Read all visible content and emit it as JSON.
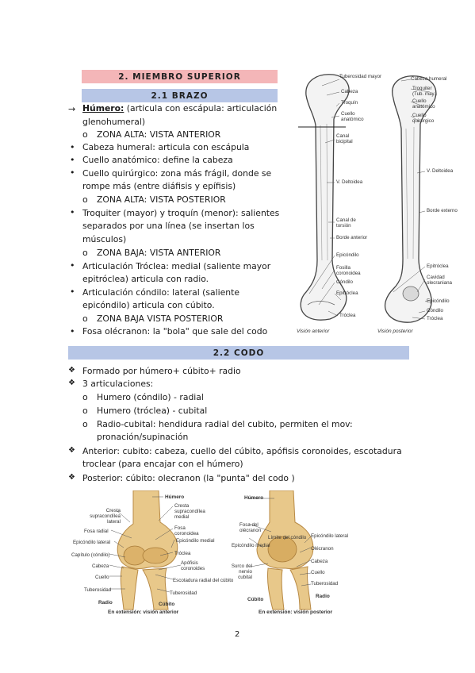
{
  "headers": {
    "section": "2. MIEMBRO SUPERIOR",
    "brazo": "2.1 BRAZO",
    "codo": "2.2 CODO"
  },
  "brazo": {
    "humero_title": "Húmero:",
    "humero_rest": " (articula con escápula: articulación",
    "humero_cont": "glenohumeral)",
    "zona_alta_anterior": "ZONA ALTA: VISTA ANTERIOR",
    "cabeza": "Cabeza humeral: articula con escápula",
    "cuello_anat": "Cuello anatómico: define la cabeza",
    "cuello_quir_1": "Cuello quirúrgico: zona más frágil, donde se",
    "cuello_quir_2": "rompe más (entre diáfisis y epífisis)",
    "zona_alta_posterior": "ZONA ALTA: VISTA POSTERIOR",
    "troquiter_1": "Troquiter (mayor) y troquín (menor): salientes",
    "troquiter_2": "separados por una línea (se insertan los",
    "troquiter_3": "músculos)",
    "zona_baja_anterior": "ZONA BAJA: VISTA ANTERIOR",
    "troclea_1": "Articulación Tróclea: medial (saliente mayor",
    "troclea_2": "epitróclea) articula con radio.",
    "condilo_1": "Articulación cóndilo: lateral (saliente",
    "condilo_2": "epicóndilo) articula con cúbito.",
    "zona_baja_posterior": "ZONA BAJA VISTA POSTERIOR",
    "fosa": "Fosa olécranon: la \"bola\" que sale del codo"
  },
  "codo": {
    "formado": "Formado por húmero+ cúbito+ radio",
    "articulaciones": "3 articulaciones:",
    "art1": "Humero (cóndilo) - radial",
    "art2": "Humero (tróclea) - cubital",
    "art3_1": "Radio-cubital: hendidura radial del cubito, permiten el mov:",
    "art3_2": "pronación/supinación",
    "anterior_1": "Anterior: cubito: cabeza, cuello del cúbito, apófisis coronoides, escotadura",
    "anterior_2": "troclear (para encajar con el húmero)",
    "posterior": "Posterior: cúbito: olecranon (la \"punta\" del codo )"
  },
  "humerus_figure": {
    "left_labels": [
      "Tuberosidad mayor",
      "Cabeza",
      "Troquín",
      "Cuello anatómico",
      "Canal bicipital",
      "V. Deltoidea",
      "Canal de torsión",
      "Borde anterior",
      "Epicóndilo",
      "Fosilla coronoidea",
      "Cóndilo",
      "Epitróclea",
      "Tróclea"
    ],
    "right_labels": [
      "Cabeza humeral",
      "Troquiter (Tub. may.)",
      "Cuello anatómico",
      "Cuello quirúrgico",
      "V. Deltoidea",
      "Borde externo",
      "Epitróclea",
      "Cavidad olecraniana",
      "Epicóndilo",
      "Cóndilo",
      "Tróclea"
    ],
    "caption_left": "Visión anterior",
    "caption_right": "Visión posterior"
  },
  "elbow_figure": {
    "left_labels": [
      "Húmero",
      "Cresta supracondílea lateral",
      "Cresta supracondílea medial",
      "Fosa radial",
      "Fosa coronoidea",
      "Epicóndilo lateral",
      "Epicóndilo medial",
      "Capítulo (cóndilo)",
      "Tróclea",
      "Cabeza",
      "Apófisis coronoides",
      "Cuello",
      "Escotadura radial del cúbito",
      "Tuberosidad",
      "Tuberosidad",
      "Radio",
      "Cúbito"
    ],
    "right_labels": [
      "Húmero",
      "Fosa del olécranon",
      "Límite del cóndilo",
      "Epicóndilo lateral",
      "Epicóndilo medial",
      "Olécranon",
      "Surco del nervio cubital",
      "Cabeza",
      "Cuello",
      "Tuberosidad",
      "Cúbito",
      "Radio"
    ],
    "caption_left": "En extensión: visión anterior",
    "caption_right": "En extensión: visión posterior"
  },
  "page_number": "2",
  "colors": {
    "pink": "#f4b6b8",
    "blue": "#b7c6e6",
    "bone": "#e8c88a",
    "bone_dark": "#b88a45"
  }
}
